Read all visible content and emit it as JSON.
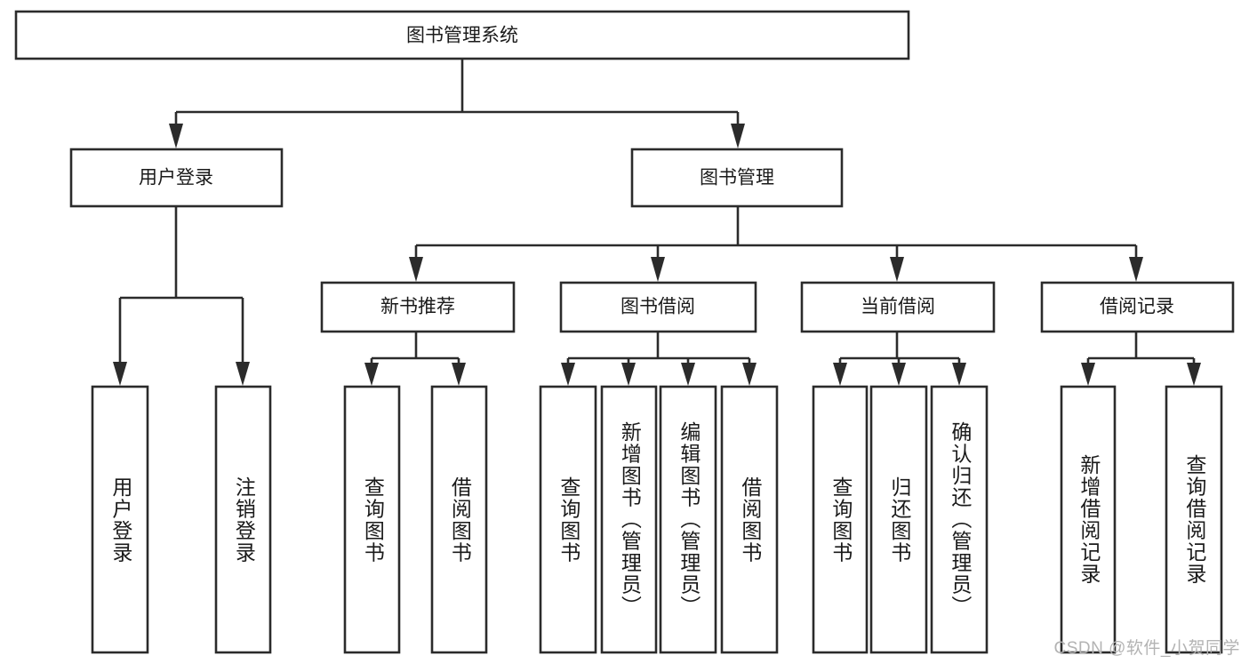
{
  "diagram": {
    "type": "tree",
    "title": "图书管理系统",
    "watermark": "CSDN @软件_小贺同学",
    "colors": {
      "stroke": "#2b2b2b",
      "fill": "#ffffff",
      "text": "#1a1a1a",
      "watermark": "#b3b3b3"
    },
    "root": {
      "label": "图书管理系统"
    },
    "level2": [
      {
        "label": "用户登录"
      },
      {
        "label": "图书管理"
      }
    ],
    "level3": [
      {
        "label": "新书推荐"
      },
      {
        "label": "图书借阅"
      },
      {
        "label": "当前借阅"
      },
      {
        "label": "借阅记录"
      }
    ],
    "leaves": {
      "user_login": [
        {
          "label": "用户登录"
        },
        {
          "label": "注销登录"
        }
      ],
      "new_book_recommend": [
        {
          "label": "查询图书"
        },
        {
          "label": "借阅图书"
        }
      ],
      "book_borrow": [
        {
          "label": "查询图书"
        },
        {
          "label": "新增图书（管理员）"
        },
        {
          "label": "编辑图书（管理员）"
        },
        {
          "label": "借阅图书"
        }
      ],
      "current_borrow": [
        {
          "label": "查询图书"
        },
        {
          "label": "归还图书"
        },
        {
          "label": "确认归还（管理员）"
        }
      ],
      "borrow_record": [
        {
          "label": "新增借阅记录"
        },
        {
          "label": "查询借阅记录"
        }
      ]
    }
  }
}
